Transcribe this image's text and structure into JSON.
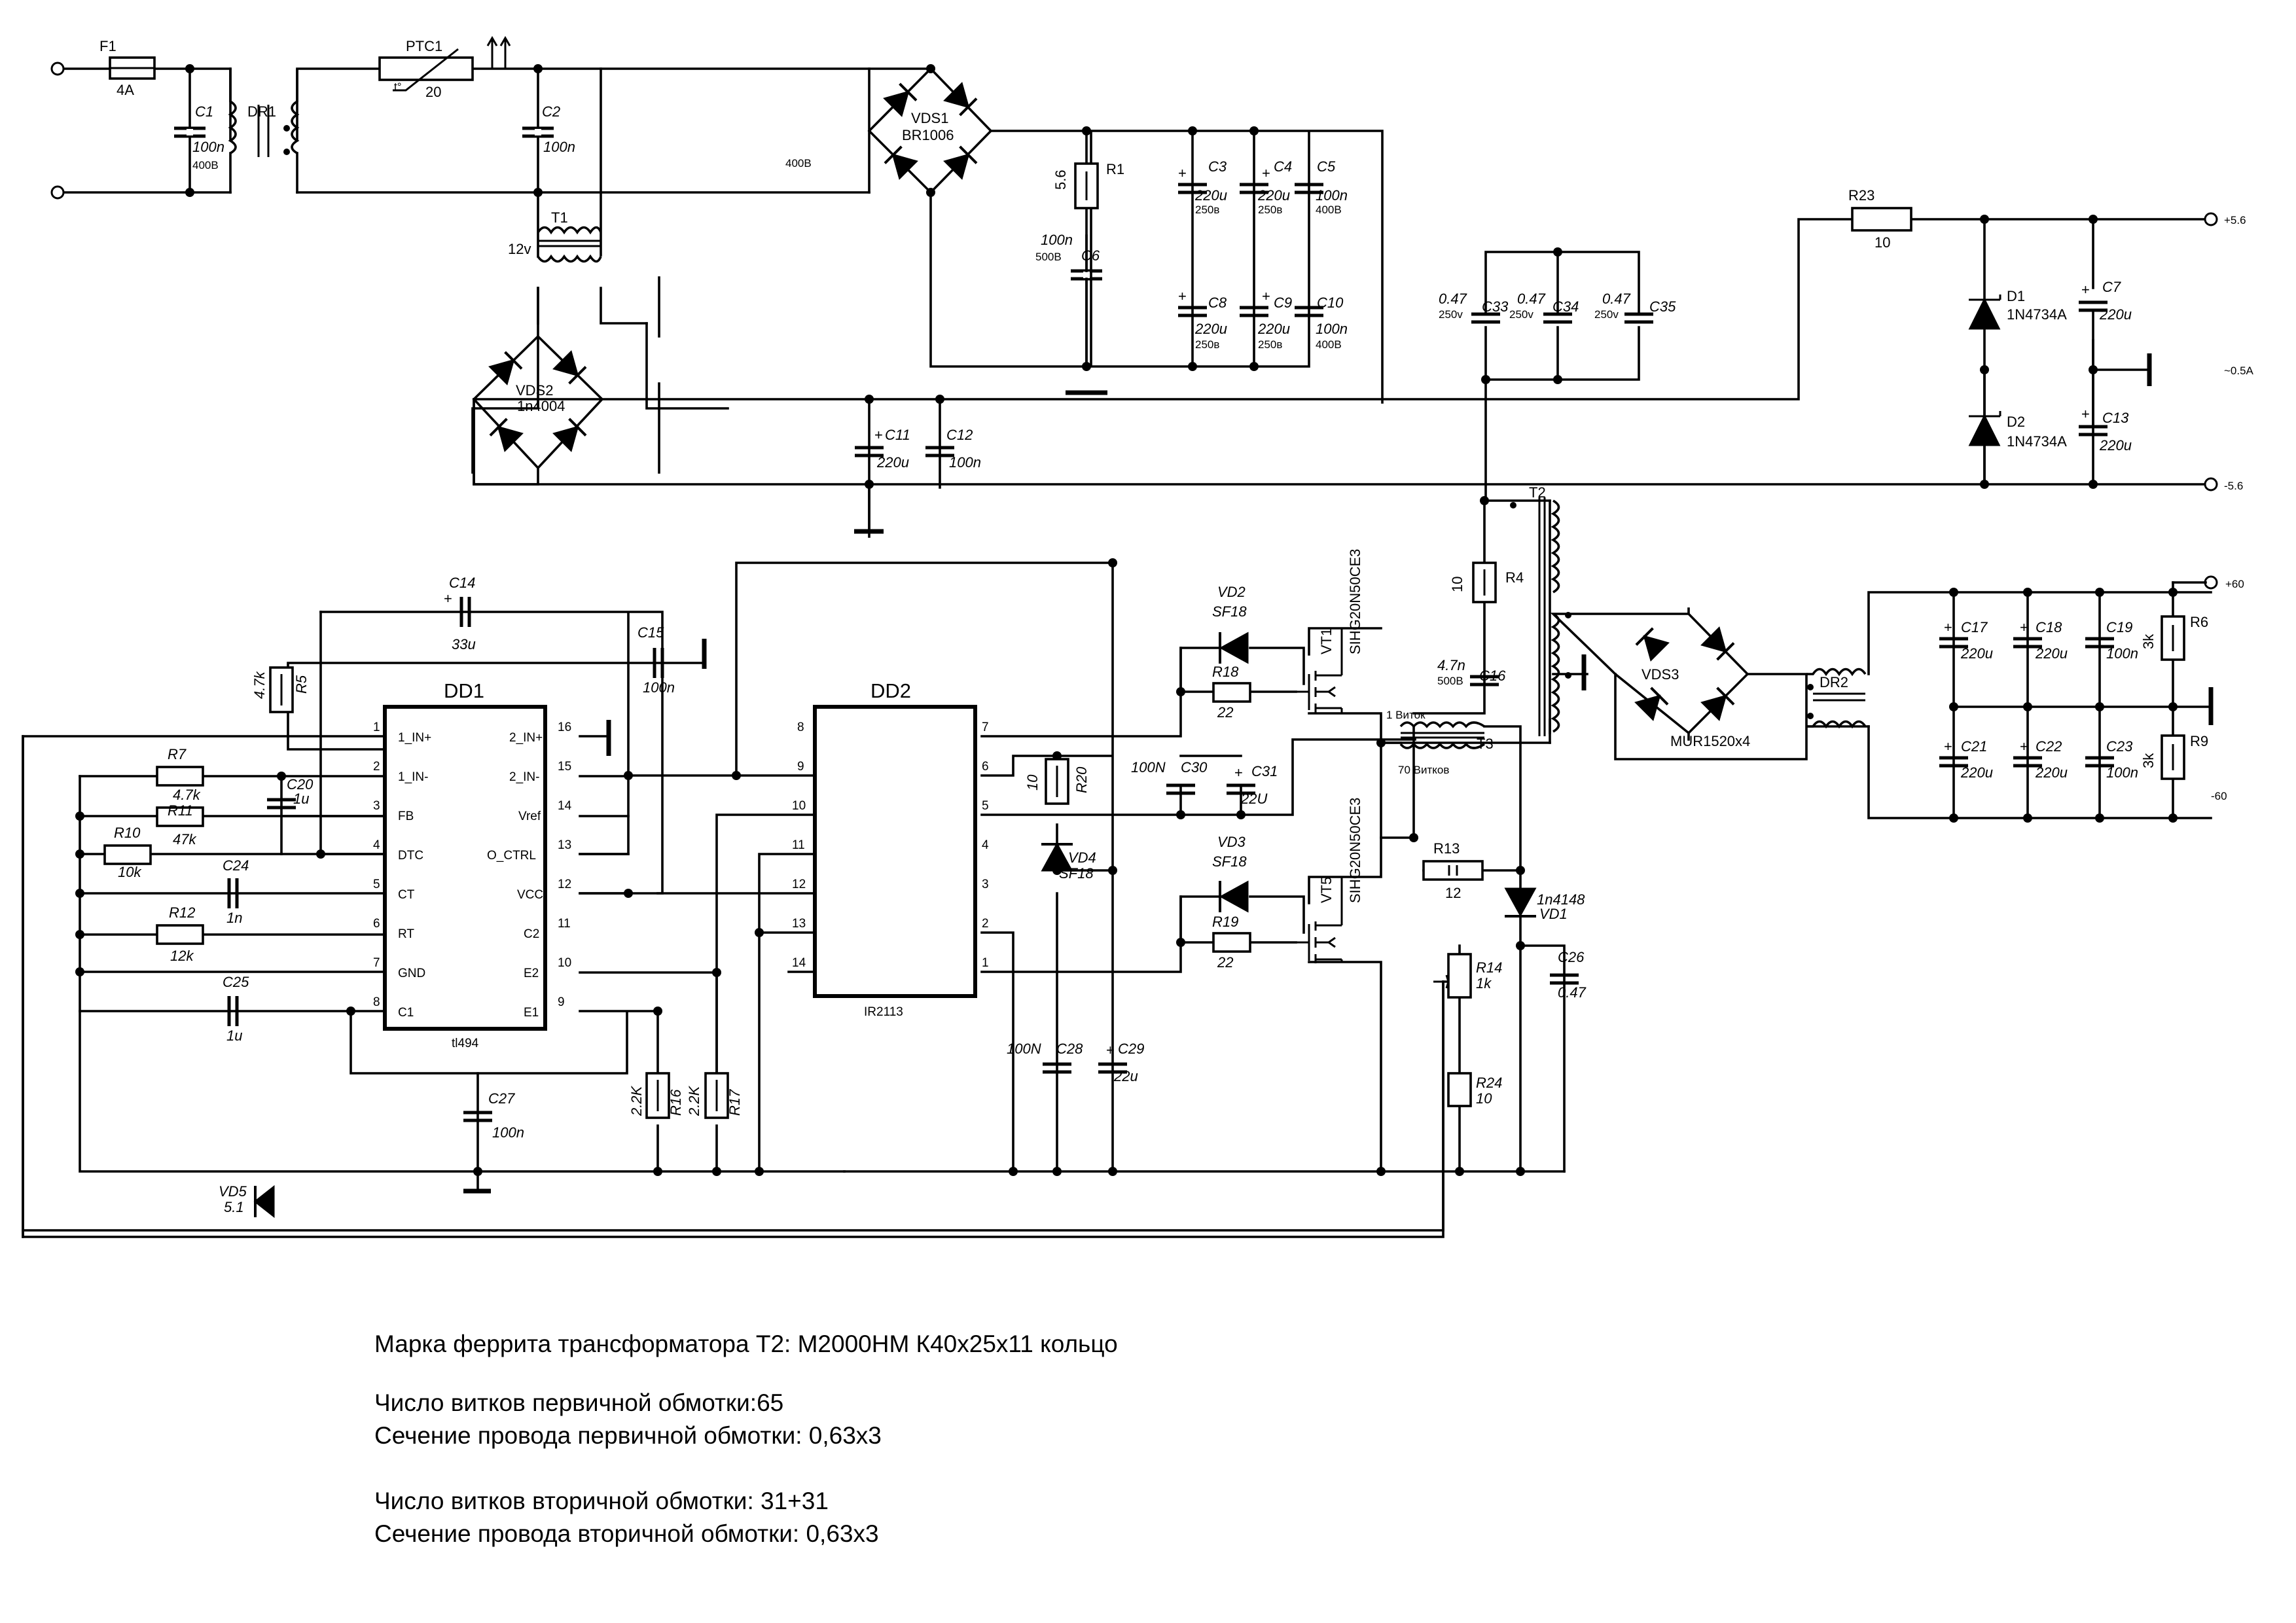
{
  "components": {
    "F1": {
      "name": "F1",
      "value": "4A"
    },
    "C1": {
      "name": "C1",
      "value": "100n",
      "voltage": "400B"
    },
    "DR1": {
      "name": "DR1"
    },
    "PTC1": {
      "name": "PTC1",
      "value": "20"
    },
    "C2": {
      "name": "C2",
      "value": "100n"
    },
    "T1": {
      "name": "T1",
      "secondary": "12v"
    },
    "VDS1": {
      "name": "VDS1",
      "value": "BR1006"
    },
    "VDS2": {
      "name": "VDS2",
      "value": "1n4004"
    },
    "bus_voltage": "400B",
    "R1": {
      "name": "R1",
      "value": "5.6"
    },
    "C6": {
      "name": "C6",
      "value": "100n",
      "voltage": "500B"
    },
    "C3": {
      "name": "C3",
      "value": "220u",
      "voltage": "250в"
    },
    "C4": {
      "name": "C4",
      "value": "220u",
      "voltage": "250в"
    },
    "C5": {
      "name": "C5",
      "value": "100n",
      "voltage": "400B"
    },
    "C8": {
      "name": "C8",
      "value": "220u",
      "voltage": "250в"
    },
    "C9": {
      "name": "C9",
      "value": "220u",
      "voltage": "250в"
    },
    "C10": {
      "name": "C10",
      "value": "100n",
      "voltage": "400B"
    },
    "C11": {
      "name": "C11",
      "value": "220u"
    },
    "C12": {
      "name": "C12",
      "value": "100n"
    },
    "C33": {
      "name": "C33",
      "value": "0.47",
      "voltage": "250v"
    },
    "C34": {
      "name": "C34",
      "value": "0.47",
      "voltage": "250v"
    },
    "C35": {
      "name": "C35",
      "value": "0.47",
      "voltage": "250v"
    },
    "R23": {
      "name": "R23",
      "value": "10"
    },
    "D1": {
      "name": "D1",
      "value": "1N4734A"
    },
    "D2": {
      "name": "D2",
      "value": "1N4734A"
    },
    "C7": {
      "name": "C7",
      "value": "220u"
    },
    "C13": {
      "name": "C13",
      "value": "220u"
    },
    "out_pos_low": "+5.6",
    "out_neg_low": "-5.6",
    "out_current": "~0.5A",
    "T2": {
      "name": "T2"
    },
    "R4": {
      "name": "R4",
      "value": "10"
    },
    "C16": {
      "name": "C16",
      "value": "4.7n",
      "voltage": "500B"
    },
    "VDS3": {
      "name": "VDS3",
      "value": "MUR1520x4"
    },
    "DR2": {
      "name": "DR2"
    },
    "C17": {
      "name": "C17",
      "value": "220u"
    },
    "C18": {
      "name": "C18",
      "value": "220u"
    },
    "C19": {
      "name": "C19",
      "value": "100n"
    },
    "R6": {
      "name": "R6",
      "value": "3k"
    },
    "C21": {
      "name": "C21",
      "value": "220u"
    },
    "C22": {
      "name": "C22",
      "value": "220u"
    },
    "C23": {
      "name": "C23",
      "value": "100n"
    },
    "R9": {
      "name": "R9",
      "value": "3k"
    },
    "out_pos_high": "+60",
    "out_neg_high": "-60",
    "C14": {
      "name": "C14",
      "value": "33u"
    },
    "C15": {
      "name": "C15",
      "value": "100n"
    },
    "R5": {
      "name": "R5",
      "value": "4.7k"
    },
    "R7": {
      "name": "R7",
      "value": "4.7k"
    },
    "R11": {
      "name": "R11",
      "value": "47k"
    },
    "R10": {
      "name": "R10",
      "value": "10k"
    },
    "C20": {
      "name": "C20",
      "value": "1u"
    },
    "C24": {
      "name": "C24",
      "value": "1n"
    },
    "R12": {
      "name": "R12",
      "value": "12k"
    },
    "C25": {
      "name": "C25",
      "value": "1u"
    },
    "C27": {
      "name": "C27",
      "value": "100n"
    },
    "VD5": {
      "name": "VD5",
      "value": "5.1"
    },
    "R16": {
      "name": "R16",
      "value": "2.2K"
    },
    "R17": {
      "name": "R17",
      "value": "2.2K"
    },
    "R20": {
      "name": "R20",
      "value": "10"
    },
    "C30": {
      "name": "C30",
      "value": "100N"
    },
    "C31": {
      "name": "C31",
      "value": "22U"
    },
    "VD4": {
      "name": "VD4",
      "value": "SF18"
    },
    "C28": {
      "name": "C28",
      "value": "100N"
    },
    "C29": {
      "name": "C29",
      "value": "22u"
    },
    "VD2": {
      "name": "VD2",
      "value": "SF18"
    },
    "R18": {
      "name": "R18",
      "value": "22"
    },
    "VT1": {
      "name": "VT1",
      "value": "SIHG20N50CE3"
    },
    "VD3": {
      "name": "VD3",
      "value": "SF18"
    },
    "R19": {
      "name": "R19",
      "value": "22"
    },
    "VT5": {
      "name": "VT5",
      "value": "SIHG20N50CE3"
    },
    "T3": {
      "name": "T3",
      "primary": "1 Виток",
      "secondary": "70 Витков"
    },
    "R13": {
      "name": "R13",
      "value": "12"
    },
    "VD1": {
      "name": "VD1",
      "value": "1n4148"
    },
    "R14": {
      "name": "R14",
      "value": "1k"
    },
    "R24": {
      "name": "R24",
      "value": "10"
    },
    "C26": {
      "name": "C26",
      "value": "0.47"
    }
  },
  "dd1": {
    "name": "DD1",
    "part": "tl494",
    "left_pins": [
      {
        "num": "1",
        "label": "1_IN+"
      },
      {
        "num": "2",
        "label": "1_IN-"
      },
      {
        "num": "3",
        "label": "FB"
      },
      {
        "num": "4",
        "label": "DTC"
      },
      {
        "num": "5",
        "label": "CT"
      },
      {
        "num": "6",
        "label": "RT"
      },
      {
        "num": "7",
        "label": "GND"
      },
      {
        "num": "8",
        "label": "C1"
      }
    ],
    "right_pins": [
      {
        "num": "16",
        "label": "2_IN+"
      },
      {
        "num": "15",
        "label": "2_IN-"
      },
      {
        "num": "14",
        "label": "Vref"
      },
      {
        "num": "13",
        "label": "O_CTRL"
      },
      {
        "num": "12",
        "label": "VCC"
      },
      {
        "num": "11",
        "label": "C2"
      },
      {
        "num": "10",
        "label": "E2"
      },
      {
        "num": "9",
        "label": "E1"
      }
    ]
  },
  "dd2": {
    "name": "DD2",
    "part": "IR2113",
    "left_pins": [
      "8",
      "9",
      "10",
      "11",
      "12",
      "13",
      "14"
    ],
    "right_pins": [
      "7",
      "6",
      "5",
      "4",
      "3",
      "2",
      "1"
    ]
  },
  "notes": [
    "Марка феррита трансформатора Т2: М2000НМ К40х25х11 кольцо",
    "Число витков первичной обмотки:65",
    "Сечение провода первичной обмотки: 0,63х3",
    "Число витков вторичной обмотки: 31+31",
    "Сечение провода вторичной обмотки: 0,63х3"
  ]
}
